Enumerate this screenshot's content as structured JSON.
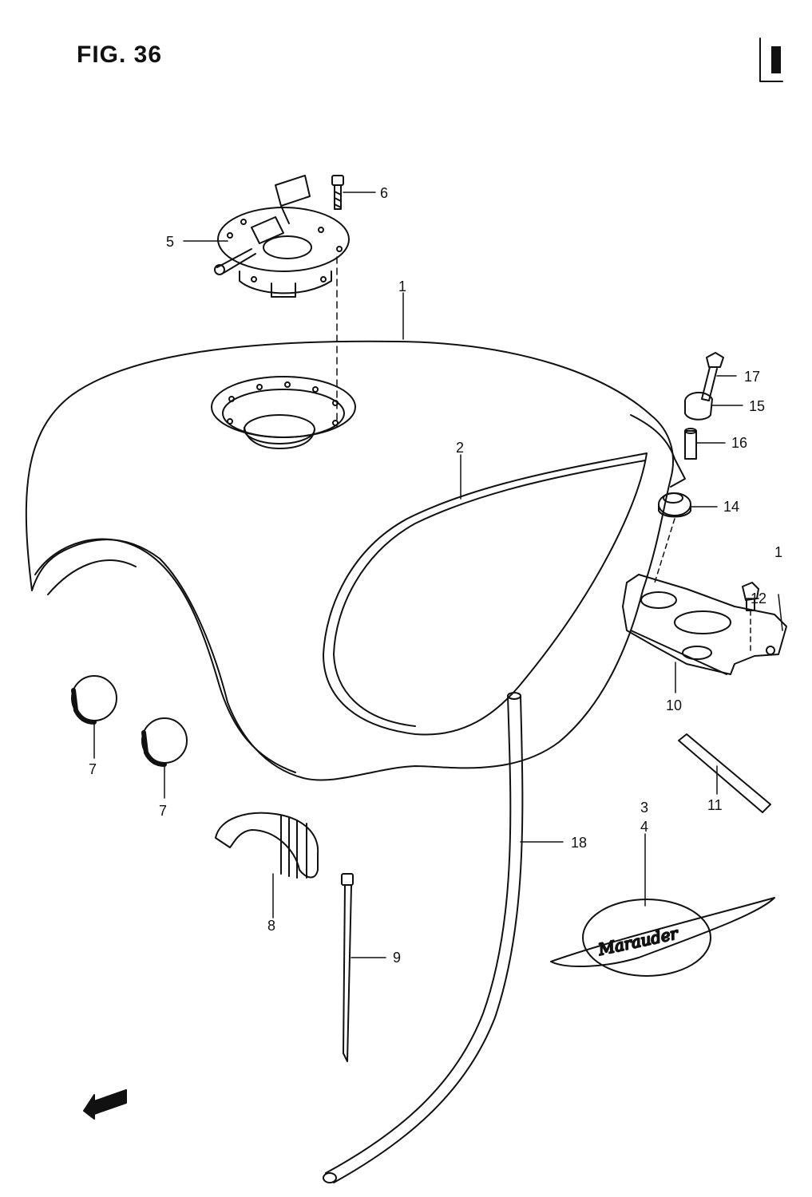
{
  "figure": {
    "title": "FIG. 36"
  },
  "callouts": [
    {
      "id": "1",
      "label": "1"
    },
    {
      "id": "2",
      "label": "2"
    },
    {
      "id": "3",
      "label": "3"
    },
    {
      "id": "4",
      "label": "4"
    },
    {
      "id": "5",
      "label": "5"
    },
    {
      "id": "6",
      "label": "6"
    },
    {
      "id": "7a",
      "label": "7"
    },
    {
      "id": "7b",
      "label": "7"
    },
    {
      "id": "8",
      "label": "8"
    },
    {
      "id": "9",
      "label": "9"
    },
    {
      "id": "10",
      "label": "10"
    },
    {
      "id": "11",
      "label": "11"
    },
    {
      "id": "12",
      "label": "12"
    },
    {
      "id": "14",
      "label": "14"
    },
    {
      "id": "15",
      "label": "15"
    },
    {
      "id": "16",
      "label": "16"
    },
    {
      "id": "17",
      "label": "17"
    },
    {
      "id": "18",
      "label": "18"
    },
    {
      "id": "13cut",
      "label": "1"
    }
  ],
  "emblem": {
    "text": "Marauder"
  },
  "direction_marker": {
    "text": "FWD"
  },
  "colors": {
    "line": "#111111",
    "background": "#ffffff"
  }
}
